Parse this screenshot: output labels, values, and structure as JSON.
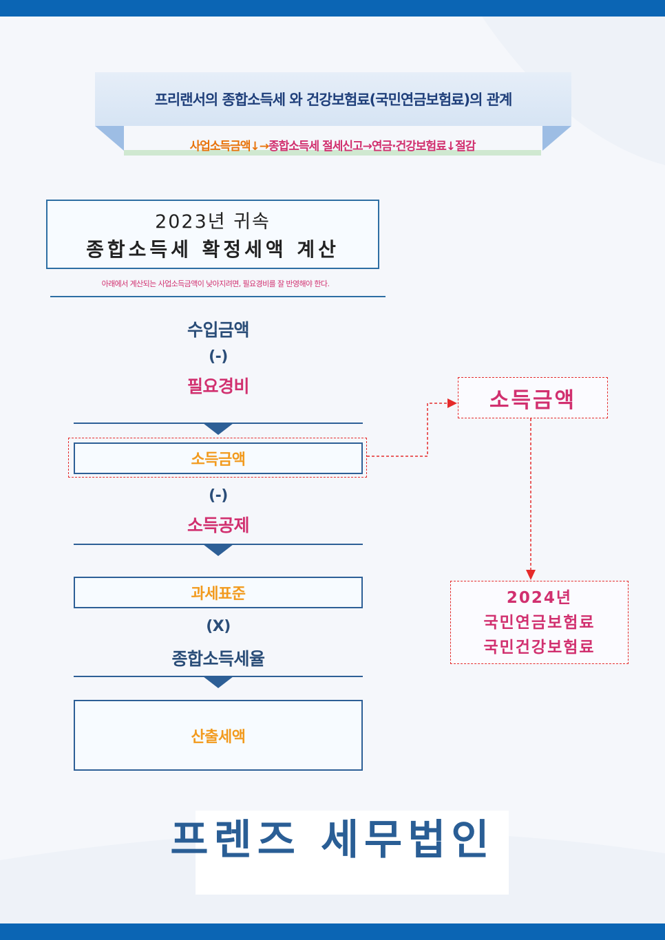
{
  "header": {
    "title": "프리랜서의  종합소득세 와 건강보험료(국민연금보험료)의 관계",
    "subtitle_part1": "사업소득금액↓→",
    "subtitle_part2": "종합소득세 절세신고→연금·건강보험료↓절감"
  },
  "calc_box": {
    "line1": "2023년 귀속",
    "line2": "종합소득세 확정세액 계산"
  },
  "note": "아래에서 계산되는 사업소득금액이 낮아지려면, 필요경비를 잘 반영해야 한다.",
  "flow": {
    "item1": "수입금액",
    "op1": "(-)",
    "item2": "필요경비",
    "box1": "소득금액",
    "op2": "(-)",
    "item3": "소득공제",
    "box2": "과세표준",
    "op3": "(X)",
    "item4": "종합소득세율",
    "box3": "산출세액"
  },
  "right": {
    "box1": "소득금액",
    "box2_line1": "2024년",
    "box2_line2": "국민연금보험료",
    "box2_line3": "국민건강보험료"
  },
  "brand": "프렌즈 세무법인",
  "colors": {
    "navy": "#2a4d78",
    "pink": "#d1306f",
    "orange": "#f29a1d",
    "blue_bar": "#0b65b4",
    "dash_red": "#e52a2a"
  }
}
